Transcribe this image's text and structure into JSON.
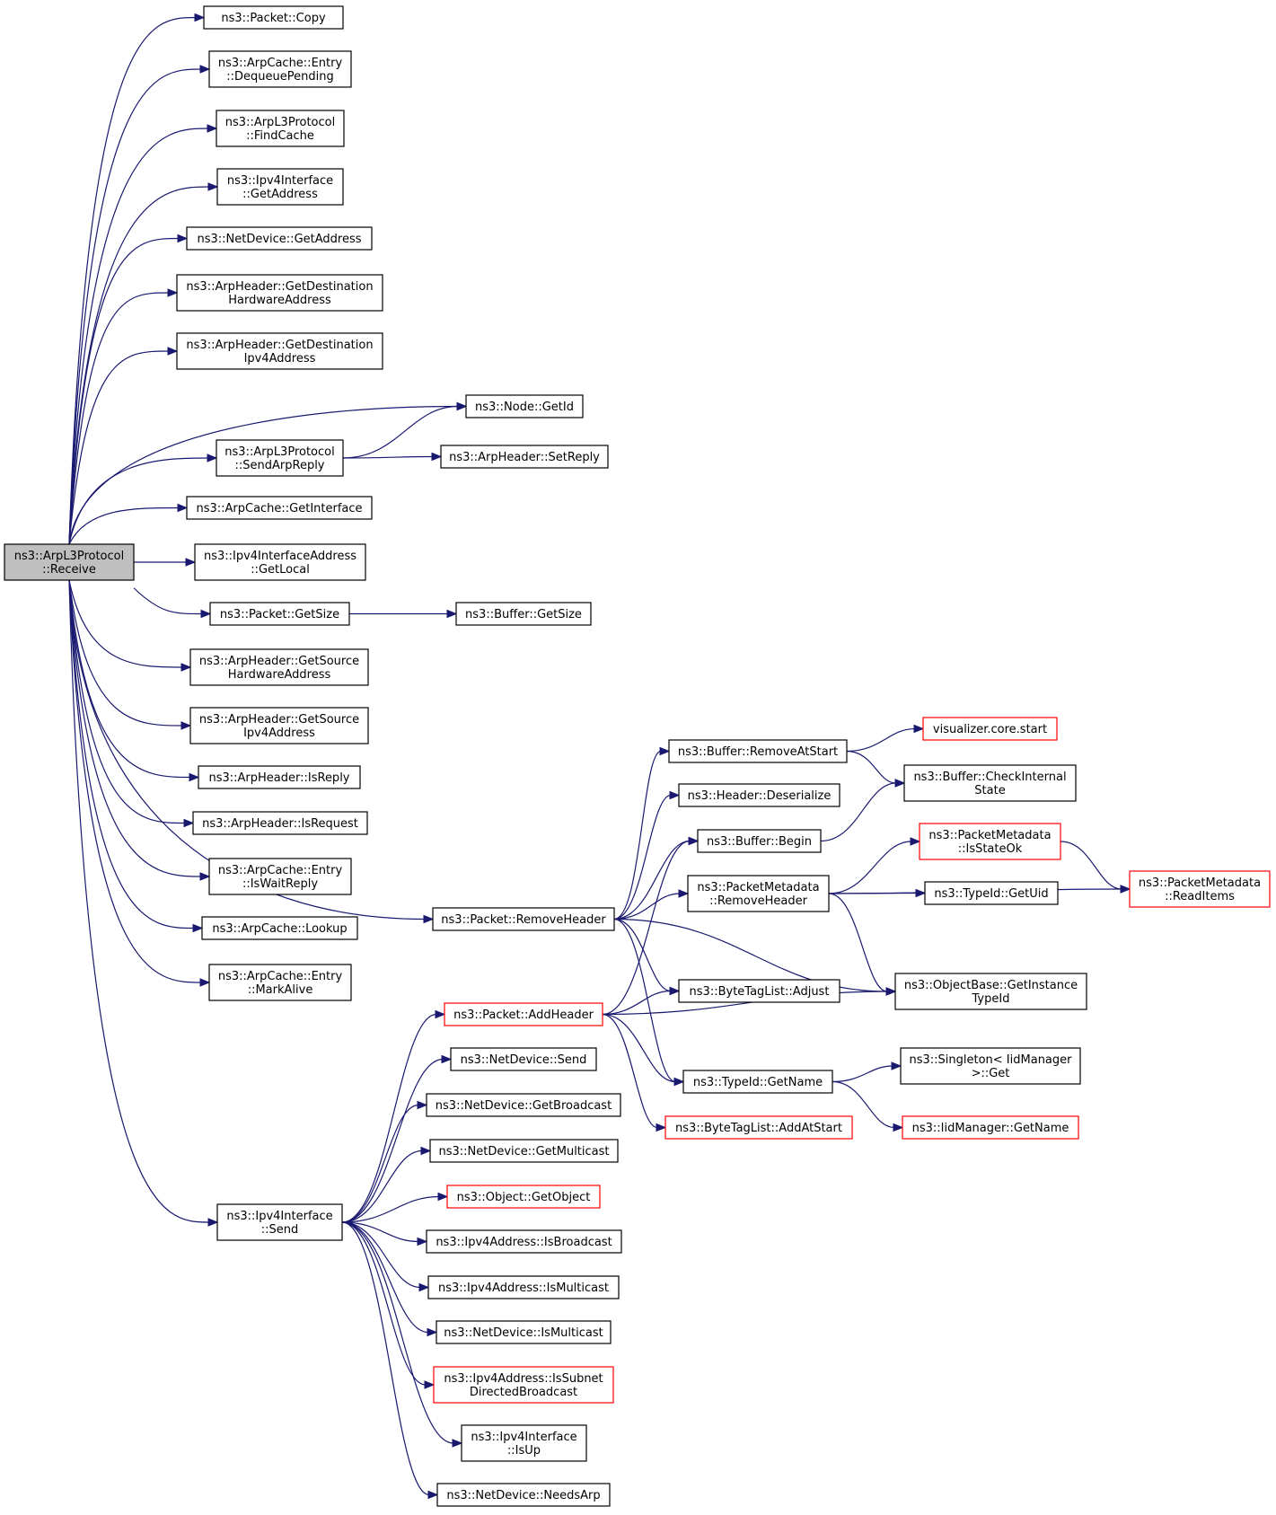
{
  "colors": {
    "edge": "#191970",
    "node_border": "#000000",
    "node_border_truncated": "#ff0000",
    "root_fill": "#bfbfbf",
    "background": "#ffffff"
  },
  "nodes": {
    "receive": [
      "ns3::ArpL3Protocol",
      "::Receive"
    ],
    "packet_copy": [
      "ns3::Packet::Copy"
    ],
    "dequeue_pending": [
      "ns3::ArpCache::Entry",
      "::DequeuePending"
    ],
    "find_cache": [
      "ns3::ArpL3Protocol",
      "::FindCache"
    ],
    "ipv4if_get_address": [
      "ns3::Ipv4Interface",
      "::GetAddress"
    ],
    "netdev_get_address": [
      "ns3::NetDevice::GetAddress"
    ],
    "get_dest_hw": [
      "ns3::ArpHeader::GetDestination",
      "HardwareAddress"
    ],
    "get_dest_ipv4": [
      "ns3::ArpHeader::GetDestination",
      "Ipv4Address"
    ],
    "node_get_id": [
      "ns3::Node::GetId"
    ],
    "send_arp_reply": [
      "ns3::ArpL3Protocol",
      "::SendArpReply"
    ],
    "set_reply": [
      "ns3::ArpHeader::SetReply"
    ],
    "arpcache_get_interface": [
      "ns3::ArpCache::GetInterface"
    ],
    "get_local": [
      "ns3::Ipv4InterfaceAddress",
      "::GetLocal"
    ],
    "packet_get_size": [
      "ns3::Packet::GetSize"
    ],
    "buffer_get_size": [
      "ns3::Buffer::GetSize"
    ],
    "get_source_hw": [
      "ns3::ArpHeader::GetSource",
      "HardwareAddress"
    ],
    "get_source_ipv4": [
      "ns3::ArpHeader::GetSource",
      "Ipv4Address"
    ],
    "is_reply": [
      "ns3::ArpHeader::IsReply"
    ],
    "is_request": [
      "ns3::ArpHeader::IsRequest"
    ],
    "is_wait_reply": [
      "ns3::ArpCache::Entry",
      "::IsWaitReply"
    ],
    "lookup": [
      "ns3::ArpCache::Lookup"
    ],
    "mark_alive": [
      "ns3::ArpCache::Entry",
      "::MarkAlive"
    ],
    "remove_header": [
      "ns3::Packet::RemoveHeader"
    ],
    "ipv4if_send": [
      "ns3::Ipv4Interface",
      "::Send"
    ],
    "buffer_remove_at_start": [
      "ns3::Buffer::RemoveAtStart"
    ],
    "visualizer_start": [
      "visualizer.core.start"
    ],
    "buffer_check_internal": [
      "ns3::Buffer::CheckInternal",
      "State"
    ],
    "header_deserialize": [
      "ns3::Header::Deserialize"
    ],
    "buffer_begin": [
      "ns3::Buffer::Begin"
    ],
    "pm_is_state_ok": [
      "ns3::PacketMetadata",
      "::IsStateOk"
    ],
    "pm_remove_header": [
      "ns3::PacketMetadata",
      "::RemoveHeader"
    ],
    "typeid_get_uid": [
      "ns3::TypeId::GetUid"
    ],
    "pm_read_items": [
      "ns3::PacketMetadata",
      "::ReadItems"
    ],
    "get_instance_typeid": [
      "ns3::ObjectBase::GetInstance",
      "TypeId"
    ],
    "bytetag_adjust": [
      "ns3::ByteTagList::Adjust"
    ],
    "packet_add_header": [
      "ns3::Packet::AddHeader"
    ],
    "typeid_get_name": [
      "ns3::TypeId::GetName"
    ],
    "singleton_get": [
      "ns3::Singleton< IidManager",
      ">::Get"
    ],
    "bytetag_add_at_start": [
      "ns3::ByteTagList::AddAtStart"
    ],
    "iidmanager_get_name": [
      "ns3::IidManager::GetName"
    ],
    "netdev_send": [
      "ns3::NetDevice::Send"
    ],
    "netdev_get_broadcast": [
      "ns3::NetDevice::GetBroadcast"
    ],
    "netdev_get_multicast": [
      "ns3::NetDevice::GetMulticast"
    ],
    "object_get_object": [
      "ns3::Object::GetObject"
    ],
    "ipv4addr_is_broadcast": [
      "ns3::Ipv4Address::IsBroadcast"
    ],
    "ipv4addr_is_multicast": [
      "ns3::Ipv4Address::IsMulticast"
    ],
    "netdev_is_multicast": [
      "ns3::NetDevice::IsMulticast"
    ],
    "ipv4addr_is_subnet_directed": [
      "ns3::Ipv4Address::IsSubnet",
      "DirectedBroadcast"
    ],
    "ipv4if_is_up": [
      "ns3::Ipv4Interface",
      "::IsUp"
    ],
    "netdev_needs_arp": [
      "ns3::NetDevice::NeedsArp"
    ]
  },
  "truncated_nodes": [
    "visualizer_start",
    "pm_is_state_ok",
    "pm_read_items",
    "packet_add_header",
    "bytetag_add_at_start",
    "iidmanager_get_name",
    "object_get_object",
    "ipv4addr_is_subnet_directed"
  ],
  "edges": [
    [
      "receive",
      "packet_copy"
    ],
    [
      "receive",
      "dequeue_pending"
    ],
    [
      "receive",
      "find_cache"
    ],
    [
      "receive",
      "ipv4if_get_address"
    ],
    [
      "receive",
      "netdev_get_address"
    ],
    [
      "receive",
      "get_dest_hw"
    ],
    [
      "receive",
      "get_dest_ipv4"
    ],
    [
      "receive",
      "node_get_id"
    ],
    [
      "receive",
      "send_arp_reply"
    ],
    [
      "receive",
      "arpcache_get_interface"
    ],
    [
      "receive",
      "get_local"
    ],
    [
      "receive",
      "packet_get_size"
    ],
    [
      "receive",
      "get_source_hw"
    ],
    [
      "receive",
      "get_source_ipv4"
    ],
    [
      "receive",
      "is_reply"
    ],
    [
      "receive",
      "is_request"
    ],
    [
      "receive",
      "is_wait_reply"
    ],
    [
      "receive",
      "lookup"
    ],
    [
      "receive",
      "mark_alive"
    ],
    [
      "receive",
      "remove_header"
    ],
    [
      "receive",
      "ipv4if_send"
    ],
    [
      "send_arp_reply",
      "node_get_id"
    ],
    [
      "send_arp_reply",
      "set_reply"
    ],
    [
      "packet_get_size",
      "buffer_get_size"
    ],
    [
      "remove_header",
      "buffer_remove_at_start"
    ],
    [
      "remove_header",
      "header_deserialize"
    ],
    [
      "remove_header",
      "buffer_begin"
    ],
    [
      "remove_header",
      "pm_remove_header"
    ],
    [
      "remove_header",
      "get_instance_typeid"
    ],
    [
      "remove_header",
      "bytetag_adjust"
    ],
    [
      "remove_header",
      "typeid_get_name"
    ],
    [
      "buffer_remove_at_start",
      "visualizer_start"
    ],
    [
      "buffer_remove_at_start",
      "buffer_check_internal"
    ],
    [
      "buffer_begin",
      "buffer_check_internal"
    ],
    [
      "pm_remove_header",
      "pm_is_state_ok"
    ],
    [
      "pm_remove_header",
      "typeid_get_uid"
    ],
    [
      "pm_remove_header",
      "pm_read_items"
    ],
    [
      "pm_remove_header",
      "get_instance_typeid"
    ],
    [
      "pm_is_state_ok",
      "pm_read_items"
    ],
    [
      "packet_add_header",
      "buffer_begin"
    ],
    [
      "packet_add_header",
      "bytetag_adjust"
    ],
    [
      "packet_add_header",
      "get_instance_typeid"
    ],
    [
      "packet_add_header",
      "typeid_get_name"
    ],
    [
      "packet_add_header",
      "bytetag_add_at_start"
    ],
    [
      "typeid_get_name",
      "singleton_get"
    ],
    [
      "typeid_get_name",
      "iidmanager_get_name"
    ],
    [
      "ipv4if_send",
      "packet_add_header"
    ],
    [
      "ipv4if_send",
      "netdev_send"
    ],
    [
      "ipv4if_send",
      "netdev_get_broadcast"
    ],
    [
      "ipv4if_send",
      "netdev_get_multicast"
    ],
    [
      "ipv4if_send",
      "object_get_object"
    ],
    [
      "ipv4if_send",
      "ipv4addr_is_broadcast"
    ],
    [
      "ipv4if_send",
      "ipv4addr_is_multicast"
    ],
    [
      "ipv4if_send",
      "netdev_is_multicast"
    ],
    [
      "ipv4if_send",
      "ipv4addr_is_subnet_directed"
    ],
    [
      "ipv4if_send",
      "ipv4if_is_up"
    ],
    [
      "ipv4if_send",
      "netdev_needs_arp"
    ]
  ]
}
